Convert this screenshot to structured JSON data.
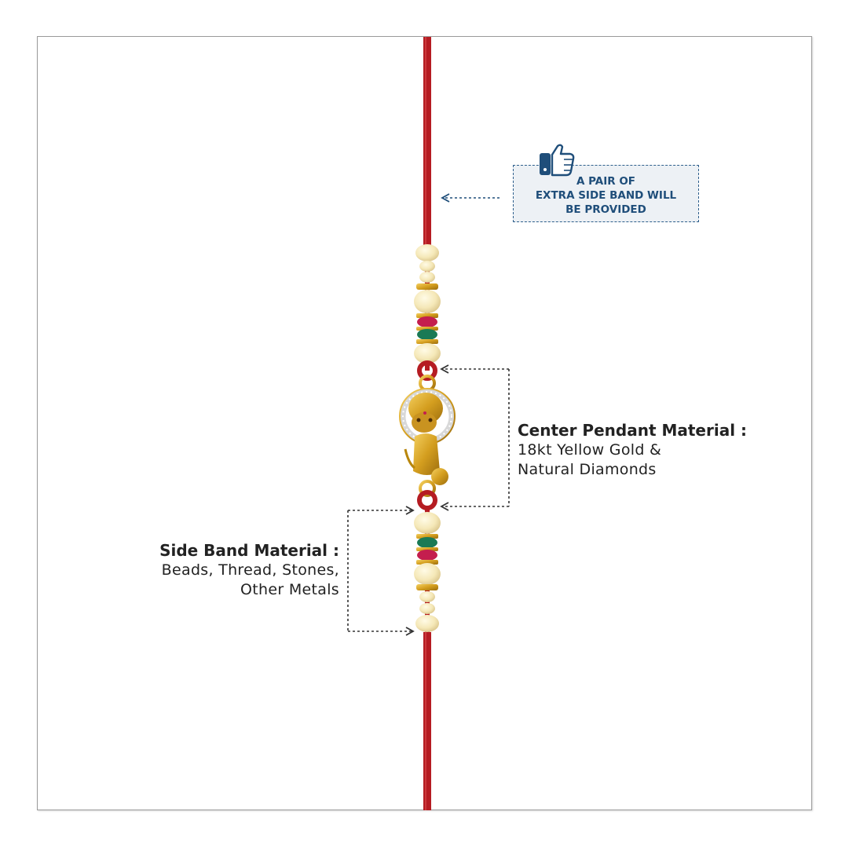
{
  "callout": {
    "text": "A PAIR OF\nEXTRA SIDE BAND WILL\nBE PROVIDED",
    "icon": "thumbs-up-icon",
    "accent_color": "#1f4e7a",
    "background_color": "#edf1f5"
  },
  "center_pendant": {
    "heading": "Center Pendant Material :",
    "body": "18kt Yellow Gold &\nNatural Diamonds"
  },
  "side_band": {
    "heading": "Side Band Material :",
    "body": "Beads, Thread, Stones,\nOther Metals"
  },
  "colors": {
    "thread": "#b51c22",
    "bead": "#f6ecc0",
    "gold": "#d8a928",
    "ruby": "#c41e4e",
    "emerald": "#1a7a55",
    "arrow": "#333333"
  }
}
